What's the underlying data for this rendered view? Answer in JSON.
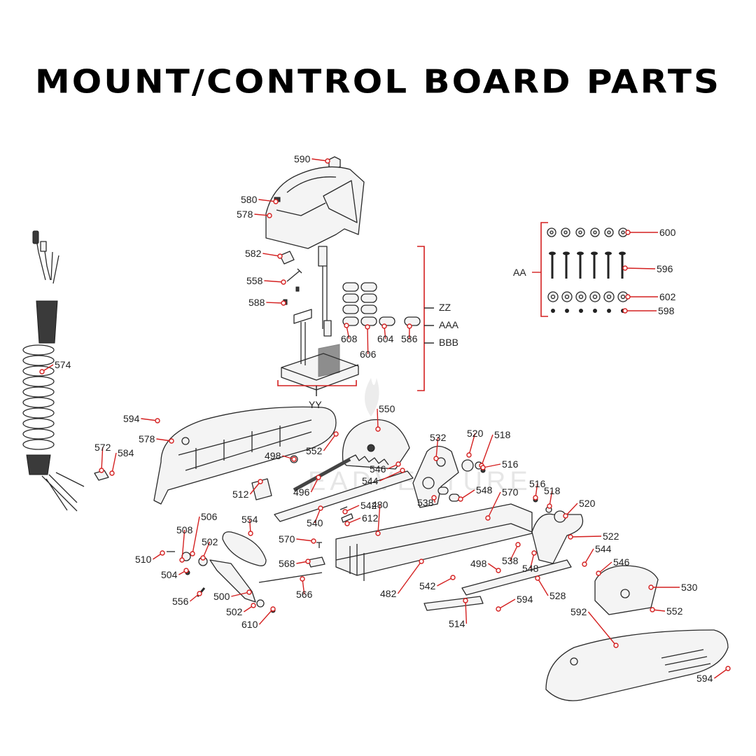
{
  "title": "MOUNT/CONTROL BOARD PARTS",
  "colors": {
    "leader": "#d42020",
    "text": "#222222",
    "title": "#000000"
  },
  "watermark": "EADVENTURE",
  "callouts": [
    "590",
    "580",
    "578",
    "582",
    "558",
    "588",
    "574",
    "600",
    "596",
    "602",
    "598",
    "608",
    "606",
    "604",
    "586",
    "594",
    "578",
    "572",
    "584",
    "550",
    "552",
    "498",
    "512",
    "496",
    "532",
    "520",
    "518",
    "516",
    "546",
    "544",
    "538",
    "548",
    "570",
    "516",
    "518",
    "520",
    "542",
    "540",
    "480",
    "612",
    "506",
    "508",
    "554",
    "502",
    "510",
    "504",
    "556",
    "500",
    "570",
    "568",
    "566",
    "502",
    "610",
    "522",
    "544",
    "546",
    "538",
    "548",
    "498",
    "542",
    "482",
    "528",
    "530",
    "594",
    "514",
    "552",
    "592",
    "594"
  ],
  "groups": {
    "aa": "AA",
    "zz": "ZZ",
    "aaa": "AAA",
    "bbb": "BBB",
    "yy": "YY"
  }
}
